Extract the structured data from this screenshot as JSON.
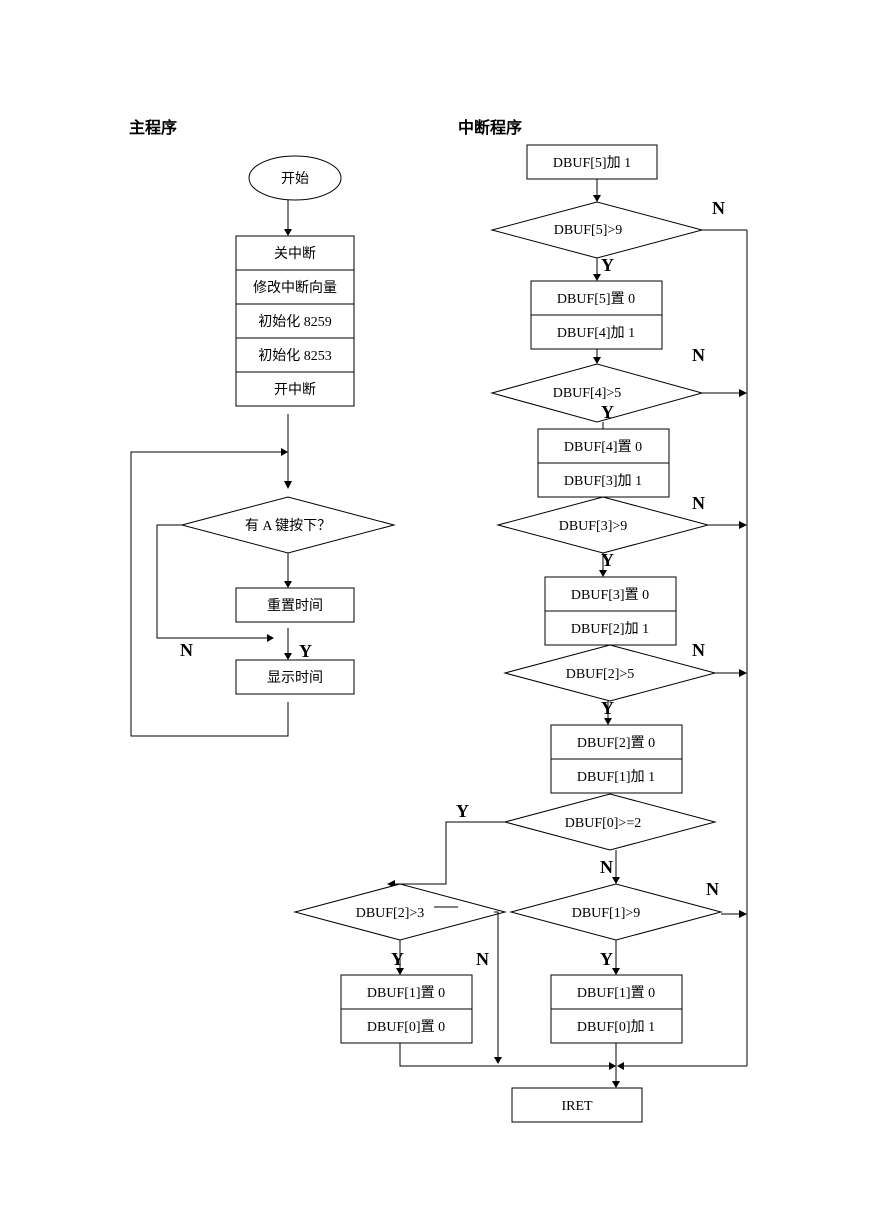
{
  "headings": {
    "main": "主程序",
    "interrupt": "中断程序"
  },
  "main_program": {
    "start": "开始",
    "steps": [
      "关中断",
      "修改中断向量",
      "初始化 8259",
      "初始化 8253",
      "开中断"
    ],
    "decision": "有 A 键按下？",
    "reset_time": "重置时间",
    "show_time": "显示时间",
    "yes": "Y",
    "no": "N"
  },
  "interrupt_program": {
    "inc5": "DBUF[5]加 1",
    "d5": "DBUF[5]>9",
    "set5": "DBUF[5]置 0",
    "inc4": "DBUF[4]加 1",
    "d4": "DBUF[4]>5",
    "set4": "DBUF[4]置 0",
    "inc3": "DBUF[3]加 1",
    "d3": "DBUF[3]>9",
    "set3": "DBUF[3]置 0",
    "inc2": "DBUF[2]加 1",
    "d2": "DBUF[2]>5",
    "set2": "DBUF[2]置 0",
    "inc1": "DBUF[1]加 1",
    "d0": "DBUF[0]>=2",
    "d1": "DBUF[1]>9",
    "d2b": "DBUF[2]>3",
    "setL1": "DBUF[1]置 0",
    "setL0": "DBUF[0]置 0",
    "setR1": "DBUF[1]置 0",
    "incR0": "DBUF[0]加 1",
    "iret": "IRET",
    "yes": "Y",
    "no": "N"
  }
}
